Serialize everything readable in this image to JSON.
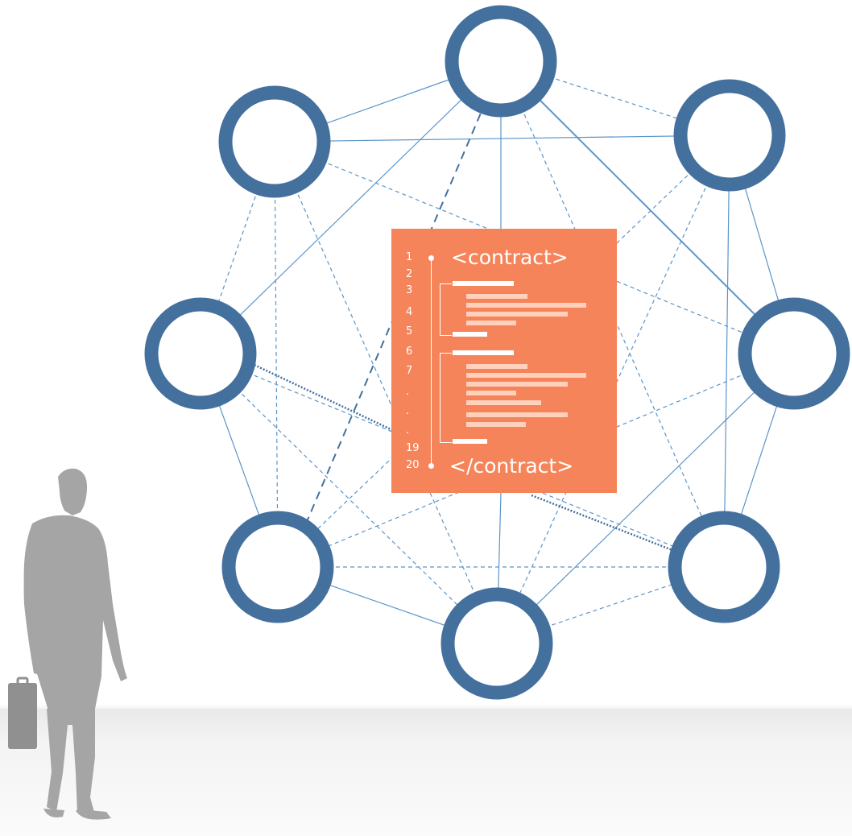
{
  "diagram": {
    "nodes": [
      "node-top",
      "node-top-right",
      "node-right",
      "node-bottom-right",
      "node-bottom",
      "node-bottom-left",
      "node-left",
      "node-top-left"
    ],
    "colors": {
      "node": "#44709e",
      "link": "#5b95c9",
      "card": "#f6845a",
      "person": "#a5a5a5"
    }
  },
  "contract": {
    "open_tag": "<contract>",
    "close_tag": "</contract>",
    "line_numbers": [
      "1",
      "2",
      "3",
      "4",
      "5",
      "6",
      "7",
      ".",
      ".",
      ".",
      "19",
      "20"
    ]
  }
}
